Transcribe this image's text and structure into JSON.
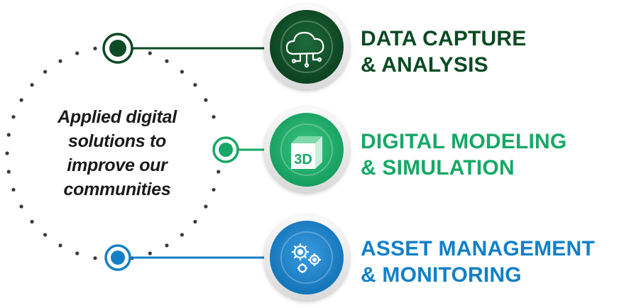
{
  "center": {
    "lines": [
      "Applied digital",
      "solutions to",
      "improve our",
      "communities"
    ]
  },
  "items": [
    {
      "title_line1": "DATA CAPTURE",
      "title_line2": "& ANALYSIS",
      "color": "#0b4a24",
      "icon": "cloud-network-icon"
    },
    {
      "title_line1": "DIGITAL MODELING",
      "title_line2": "& SIMULATION",
      "color": "#17a866",
      "icon": "3d-cube-icon",
      "icon_text": "3D"
    },
    {
      "title_line1": "ASSET MANAGEMENT",
      "title_line2": "& MONITORING",
      "color": "#1380c6",
      "icon": "gears-icon"
    }
  ]
}
